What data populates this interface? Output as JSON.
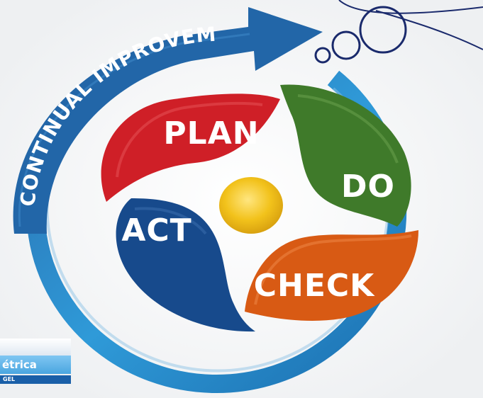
{
  "diagram": {
    "arc_label": "CONTINUAL IMPROVEMENT",
    "petals": [
      {
        "id": "plan",
        "label": "PLAN",
        "color": "#cf1f27"
      },
      {
        "id": "do",
        "label": "DO",
        "color": "#3f7a2a"
      },
      {
        "id": "check",
        "label": "CHECK",
        "color": "#d85a14"
      },
      {
        "id": "act",
        "label": "ACT",
        "color": "#174a8c"
      }
    ],
    "center_color": "#f2c21b",
    "ring_color": "#1f7fc0"
  },
  "logo": {
    "main_text": "étrica",
    "sub_text": "GEL"
  }
}
